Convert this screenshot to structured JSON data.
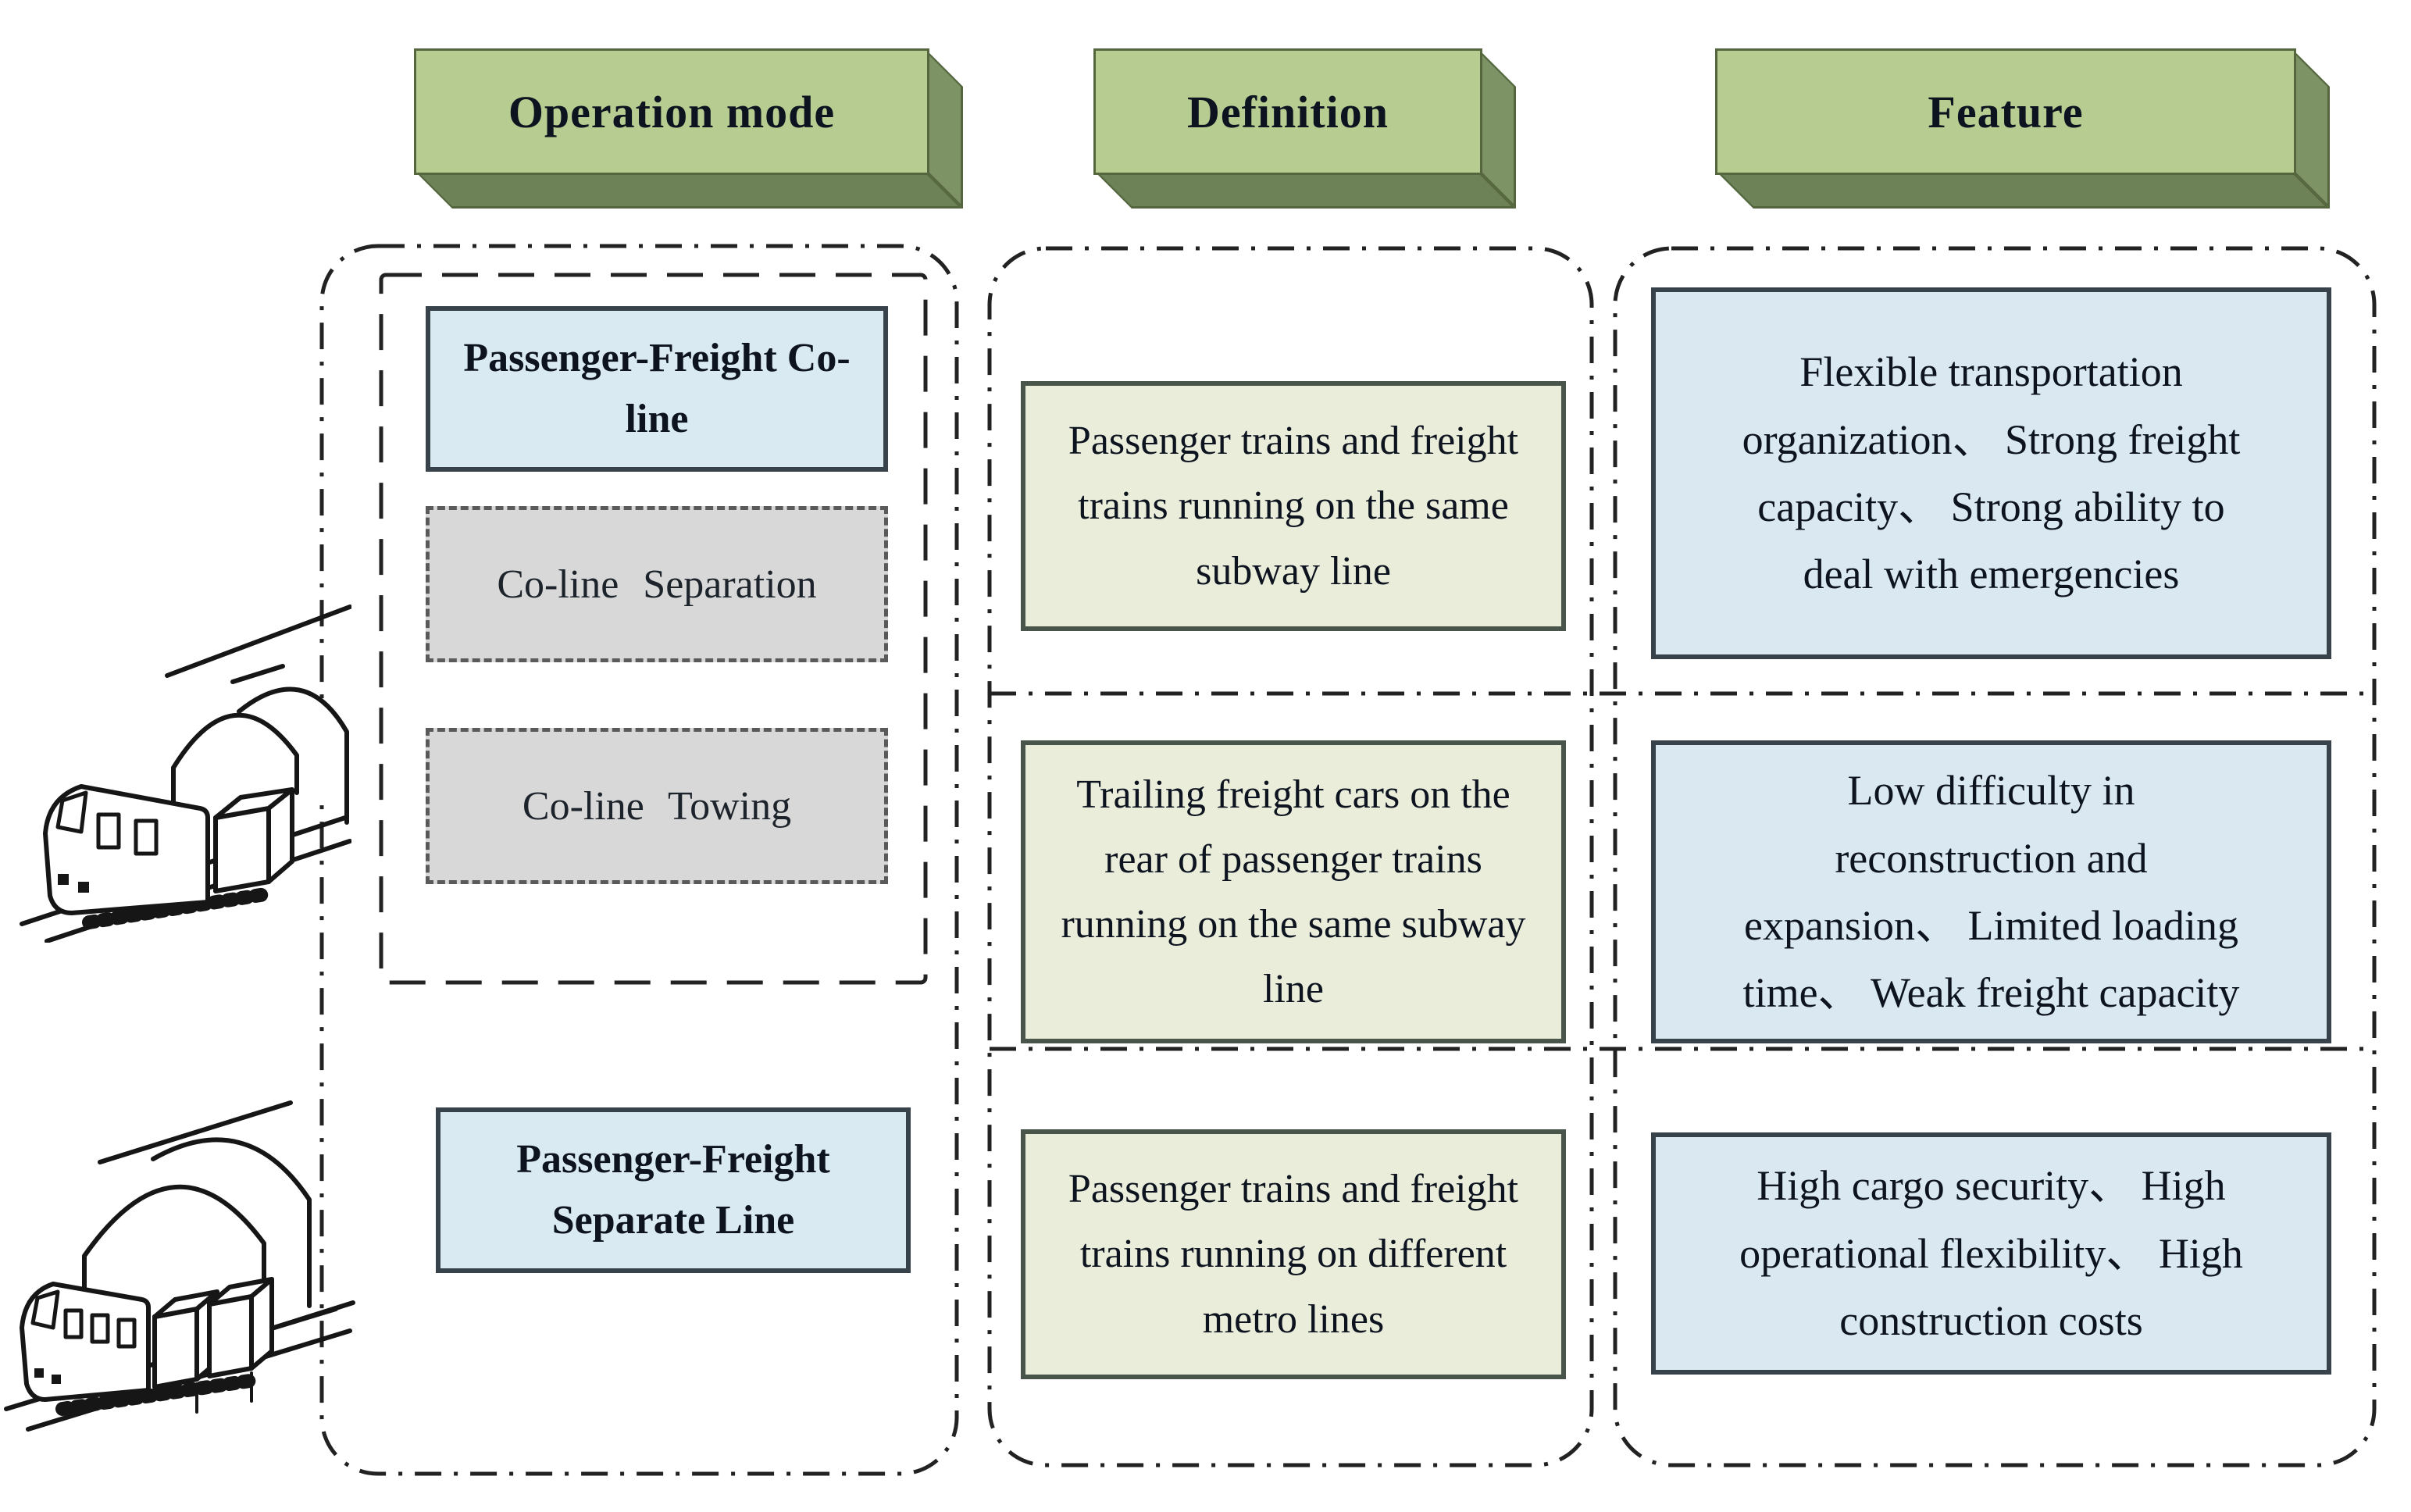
{
  "headers": [
    {
      "label": "Operation mode"
    },
    {
      "label": "Definition"
    },
    {
      "label": "Feature"
    }
  ],
  "operation_modes": {
    "co_line": {
      "label": "Passenger-Freight Co-line"
    },
    "co_line_separation": {
      "label": "Co-line Separation"
    },
    "co_line_towing": {
      "label": "Co-line Towing"
    },
    "separate_line": {
      "label": "Passenger-Freight Separate Line"
    }
  },
  "rows": [
    {
      "definition": "Passenger trains and freight trains running on the same subway line",
      "feature": "Flexible transportation organization、 Strong freight capacity、 Strong ability to deal with emergencies"
    },
    {
      "definition": "Trailing freight cars on the rear of passenger trains running on the same subway line",
      "feature": "Low difficulty in reconstruction and expansion、 Limited loading time、 Weak freight capacity"
    },
    {
      "definition": "Passenger trains and freight trains running on different metro lines",
      "feature": "High cargo security、 High operational flexibility、 High construction costs"
    }
  ],
  "illustrations": [
    {
      "name": "co-line-train-tunnel-sketch"
    },
    {
      "name": "separate-line-train-tunnel-sketch"
    }
  ],
  "colors": {
    "header_face": "#b6cc90",
    "header_side": "#7d9265",
    "header_bottom": "#6d8257",
    "mode_box_fill": "#d9eaf3",
    "submode_box_fill": "#d8d8d8",
    "definition_box_fill": "#e9edda",
    "feature_box_fill": "#d9e8f1",
    "outline": "#222222",
    "text": "#0d1420"
  }
}
